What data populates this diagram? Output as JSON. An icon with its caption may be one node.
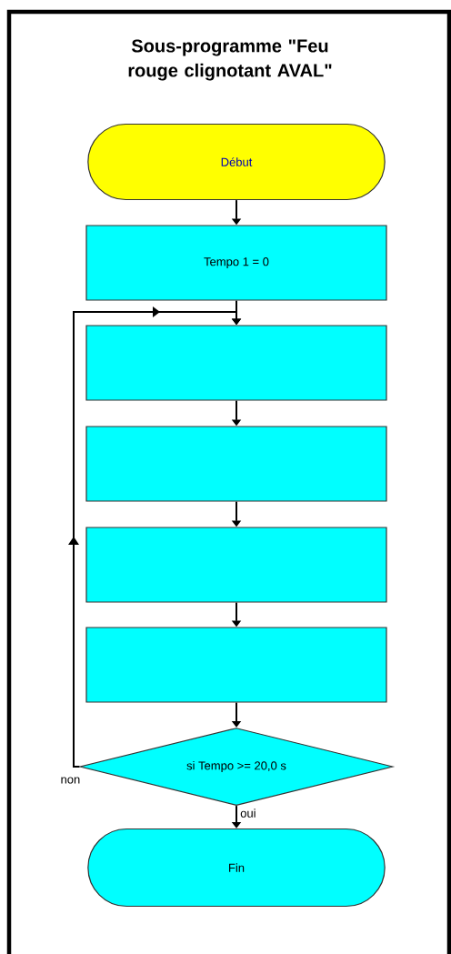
{
  "diagram": {
    "title": "Sous-programme \"Feu rouge clignotant AVAL\"",
    "nodes": [
      {
        "text": [
          "Début"
        ]
      },
      {
        "text": [
          "Tempo 1 = 0"
        ]
      },
      {
        "text": [],
        "shape": "box"
      },
      {
        "text": [],
        "shape": "box"
      },
      {
        "text": [],
        "shape": "box"
      },
      {
        "text": [],
        "shape": "box"
      },
      {
        "text": [
          "si Tempo >= 20,0 s"
        ]
      },
      {
        "text": [
          "Fin"
        ]
      }
    ],
    "edges": [
      {
        "from": 0,
        "to": 1,
        "arrow": "to"
      },
      {
        "from": 1,
        "to": 2,
        "arrow": "to"
      },
      {
        "from": 2,
        "to": 3,
        "arrow": "to"
      },
      {
        "from": 3,
        "to": 4,
        "arrow": "to"
      },
      {
        "from": 4,
        "to": 5,
        "arrow": "to"
      },
      {
        "from": 5,
        "to": 6,
        "arrow": "to"
      },
      {
        "from": 6,
        "to": 2,
        "arrow": "to",
        "label": "non"
      },
      {
        "from": 6,
        "to": 7,
        "arrow": "to",
        "label": "oui"
      }
    ]
  }
}
